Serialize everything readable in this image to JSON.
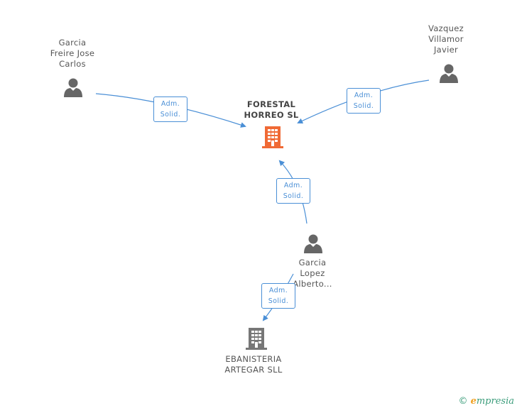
{
  "nodes": {
    "main_company": {
      "name_line1": "FORESTAL",
      "name_line2": "HORREO SL",
      "color": "#f06a35"
    },
    "person_left": {
      "line1": "Garcia",
      "line2": "Freire Jose",
      "line3": "Carlos"
    },
    "person_right": {
      "line1": "Vazquez",
      "line2": "Villamor",
      "line3": "Javier"
    },
    "person_bottom": {
      "line1": "Garcia",
      "line2": "Lopez",
      "line3": "Alberto..."
    },
    "company_bottom": {
      "name_line1": "EBANISTERIA",
      "name_line2": "ARTEGAR SLL",
      "color": "#777777"
    }
  },
  "relations": [
    {
      "line1": "Adm.",
      "line2": "Solid."
    },
    {
      "line1": "Adm.",
      "line2": "Solid."
    },
    {
      "line1": "Adm.",
      "line2": "Solid."
    },
    {
      "line1": "Adm.",
      "line2": "Solid."
    }
  ],
  "colors": {
    "edge": "#4a8fd6",
    "person_icon": "#666666"
  },
  "footer": {
    "copyright": "©",
    "brand_initial": "e",
    "brand_rest": "mpresia"
  }
}
